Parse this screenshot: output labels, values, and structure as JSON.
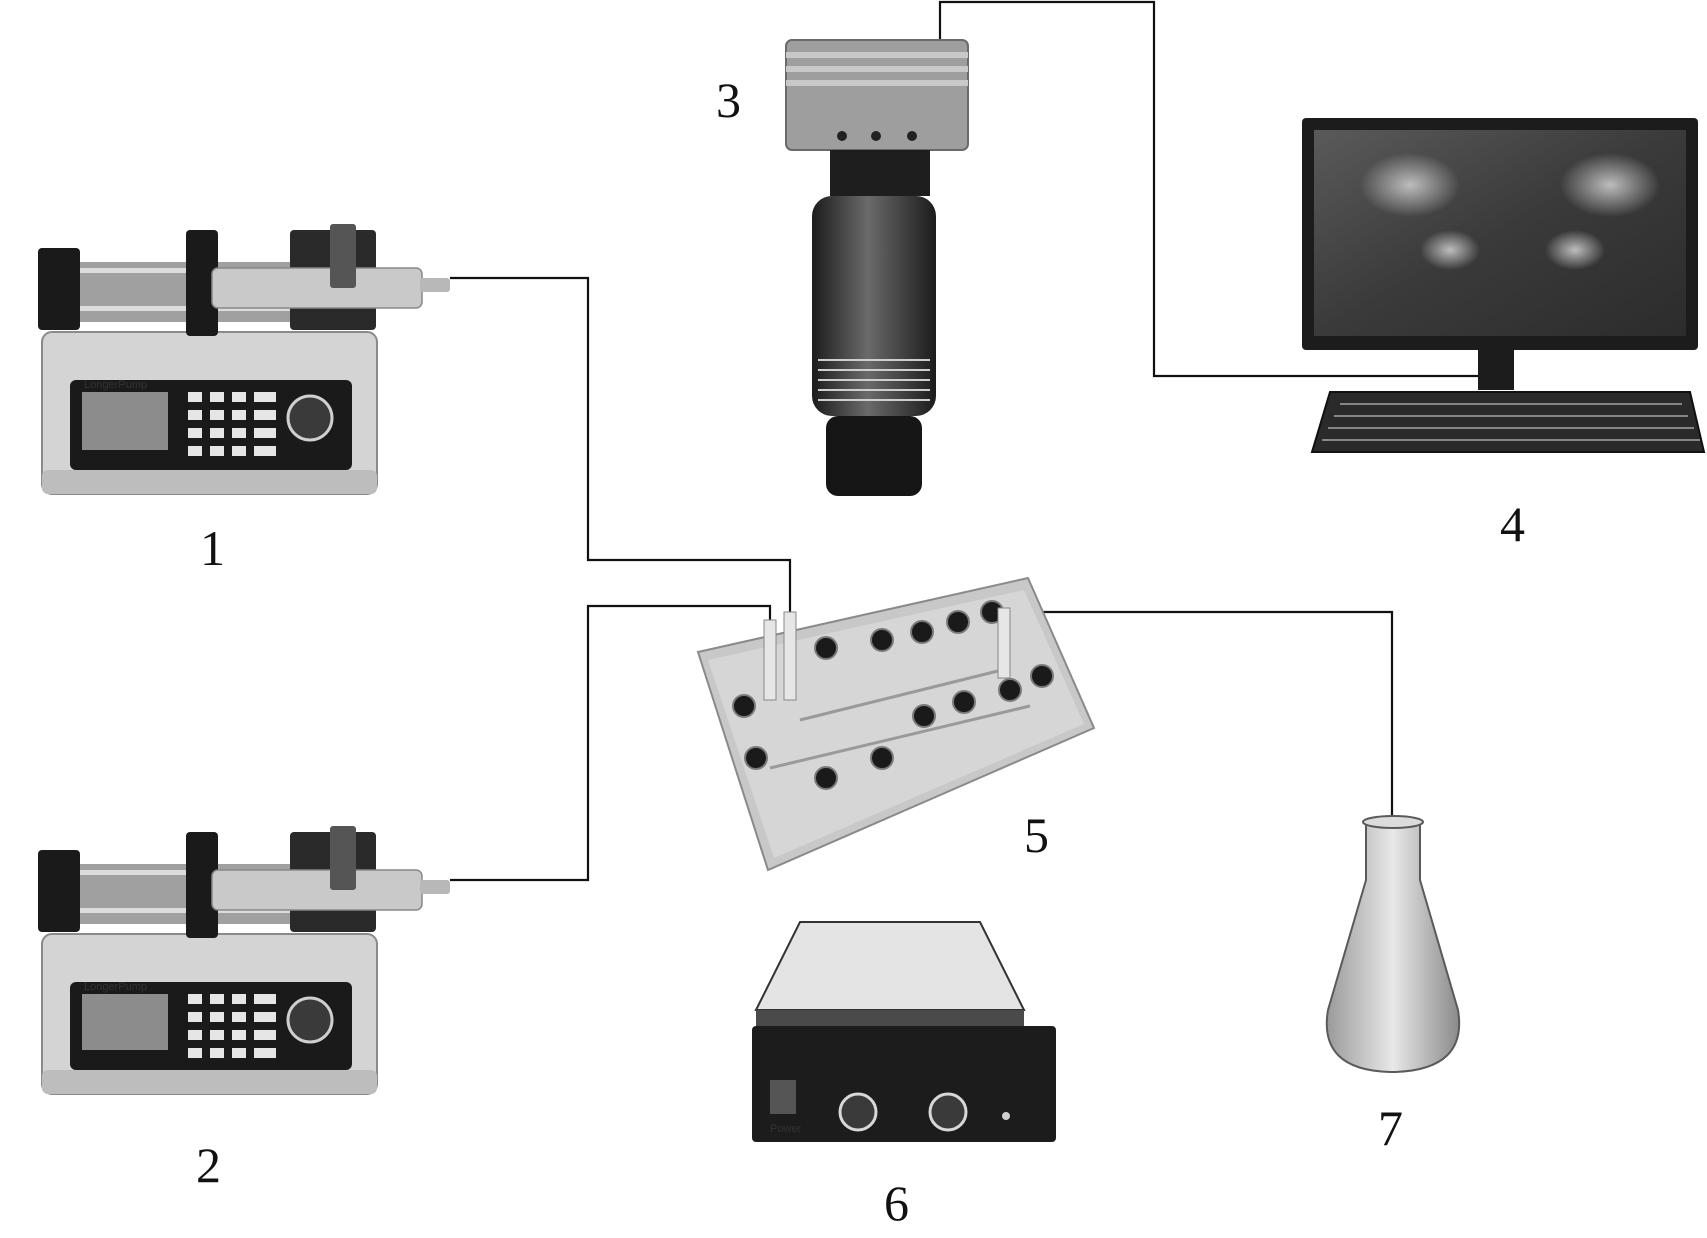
{
  "labels": {
    "l1": "1",
    "l2": "2",
    "l3": "3",
    "l4": "4",
    "l5": "5",
    "l6": "6",
    "l7": "7"
  },
  "device_text": {
    "pump1_brand": "LongerPump",
    "pump2_brand": "LongerPump",
    "heater_power": "Power"
  },
  "colors": {
    "line": "#111111",
    "device_dark": "#1a1a1a",
    "device_mid": "#7d7d7d",
    "device_light": "#d9d9d9",
    "chip_body": "#c8c8c8"
  }
}
